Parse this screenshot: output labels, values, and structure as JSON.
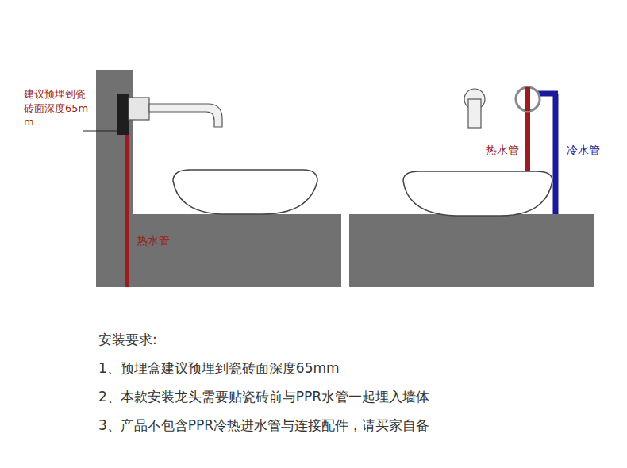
{
  "diagram": {
    "labels": [
      "建议预埋到瓷砖面深度65mm",
      "热水管",
      "热水管",
      "冷水管",
      "安装要求:",
      "1、预埋盒建议预埋到瓷砖面深度65mm",
      "2、本款安装龙头需要贴瓷砖前与PPR水管一起埋入墙体",
      "3、产品不包含PPR冷热进水管与连接配件，请买家自备"
    ]
  }
}
